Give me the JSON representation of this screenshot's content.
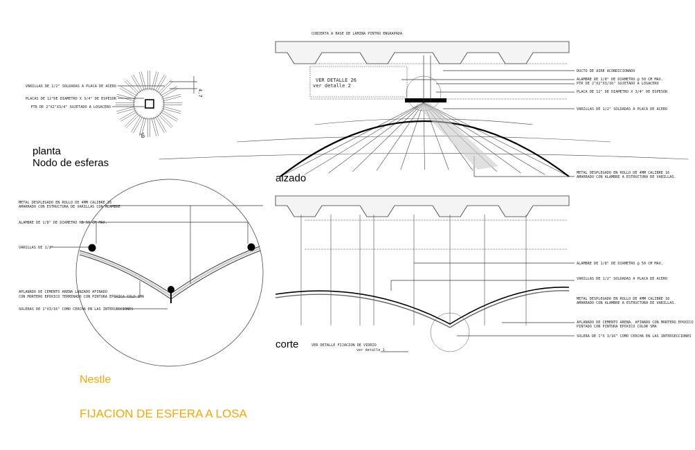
{
  "planta": {
    "labels": [
      "VARILLAS DE 1/2\" SOLDADAS A PLACA DE ACERO",
      "PLACAS DE 12\"DE DIAMETRO X 3/4\" DE ESPESOR",
      "PTR DE 2\"X2\"X3/4\" SUJETADO A LOSACERO"
    ],
    "dim_a": "4.7",
    "dim_b": "30",
    "title1": "planta",
    "title2": "Nodo de esferas"
  },
  "detail": {
    "labels": [
      "METAL DESPLEGADO EN ROLLO DE 4MM CALIBRE 16",
      "AMARRADO CON ESTRUCTURA DE VARILLAS CON ALAMBRE",
      "ALAMBRE DE 1/8\" DE DIAMETRO HB 50 CM MAX.",
      "VARILLAS DE 1/2\"",
      "APLANADO DE CEMENTO ARENA LANZADO AFINADO",
      "CON MORTERO EPOXICO TERMINADO CON PINTURA EPOXICA COLO SMA",
      "SOLERAS DE 1\"X3/16\" COMO CERCHA EN LAS INTERSECCIONES"
    ]
  },
  "project": {
    "name": "Nestle",
    "title": "FIJACION DE ESFERA A LOSA"
  },
  "alzado": {
    "top_label": "CUBIERTA A BASE DE LAMINA PINTRO ENGRAPADA",
    "ref1": "VER DETALLE 26",
    "ref2": "ver detalle 2",
    "title": "alzado",
    "labels": [
      "DUCTO DE AIRE ACONDICIONADO",
      "ALAMBRE DE 1/8\" DE DIAMETRO @ 50 CM MAX.",
      "PTR DE 2\"X2\"X3/16\" SUJETADO A LOSACERO",
      "PLACA DE 12\" DE DIAMETRO X 3/4\" DE ESPESOR",
      "VARILLAS DE 1/2\" SOLDADAS A PLACA DE ACERO",
      "METAL DESPLEGADO EN ROLLO DE 4MM CALIBRE 16",
      "AMARRADO CON ALAMBRE A ESTRUCTURA DE VARILLAS."
    ]
  },
  "corte": {
    "title": "corte",
    "ref1": "VER DETALLE FIJACION DE VIDRIO",
    "ref2": "ver detalle 1",
    "labels": [
      "ALAMBRE DE 1/8\" DE DIAMETRO @ 50 CM MAX.",
      "VARILLAS DE 1/2\" SOLDADAS A PLACA DE ACERO",
      "METAL DESPLEGADO EN ROLLO DE 4MM CALIBRE 16",
      "AMARRADO CON ALAMBRE A ESTRUCTURA DE VARILLAS.",
      "APLANADO DE CEMENTO ARENA, AFINADO CON MORTERO EPOXICO",
      "PINTADO CON PINTURA EPOXICO COLOR SMA",
      "SOLERA DE 1\"X 3/16\" COMO CERCHA EN LAS INTERSECCIONES"
    ]
  },
  "colors": {
    "accent": "#f5a800"
  }
}
